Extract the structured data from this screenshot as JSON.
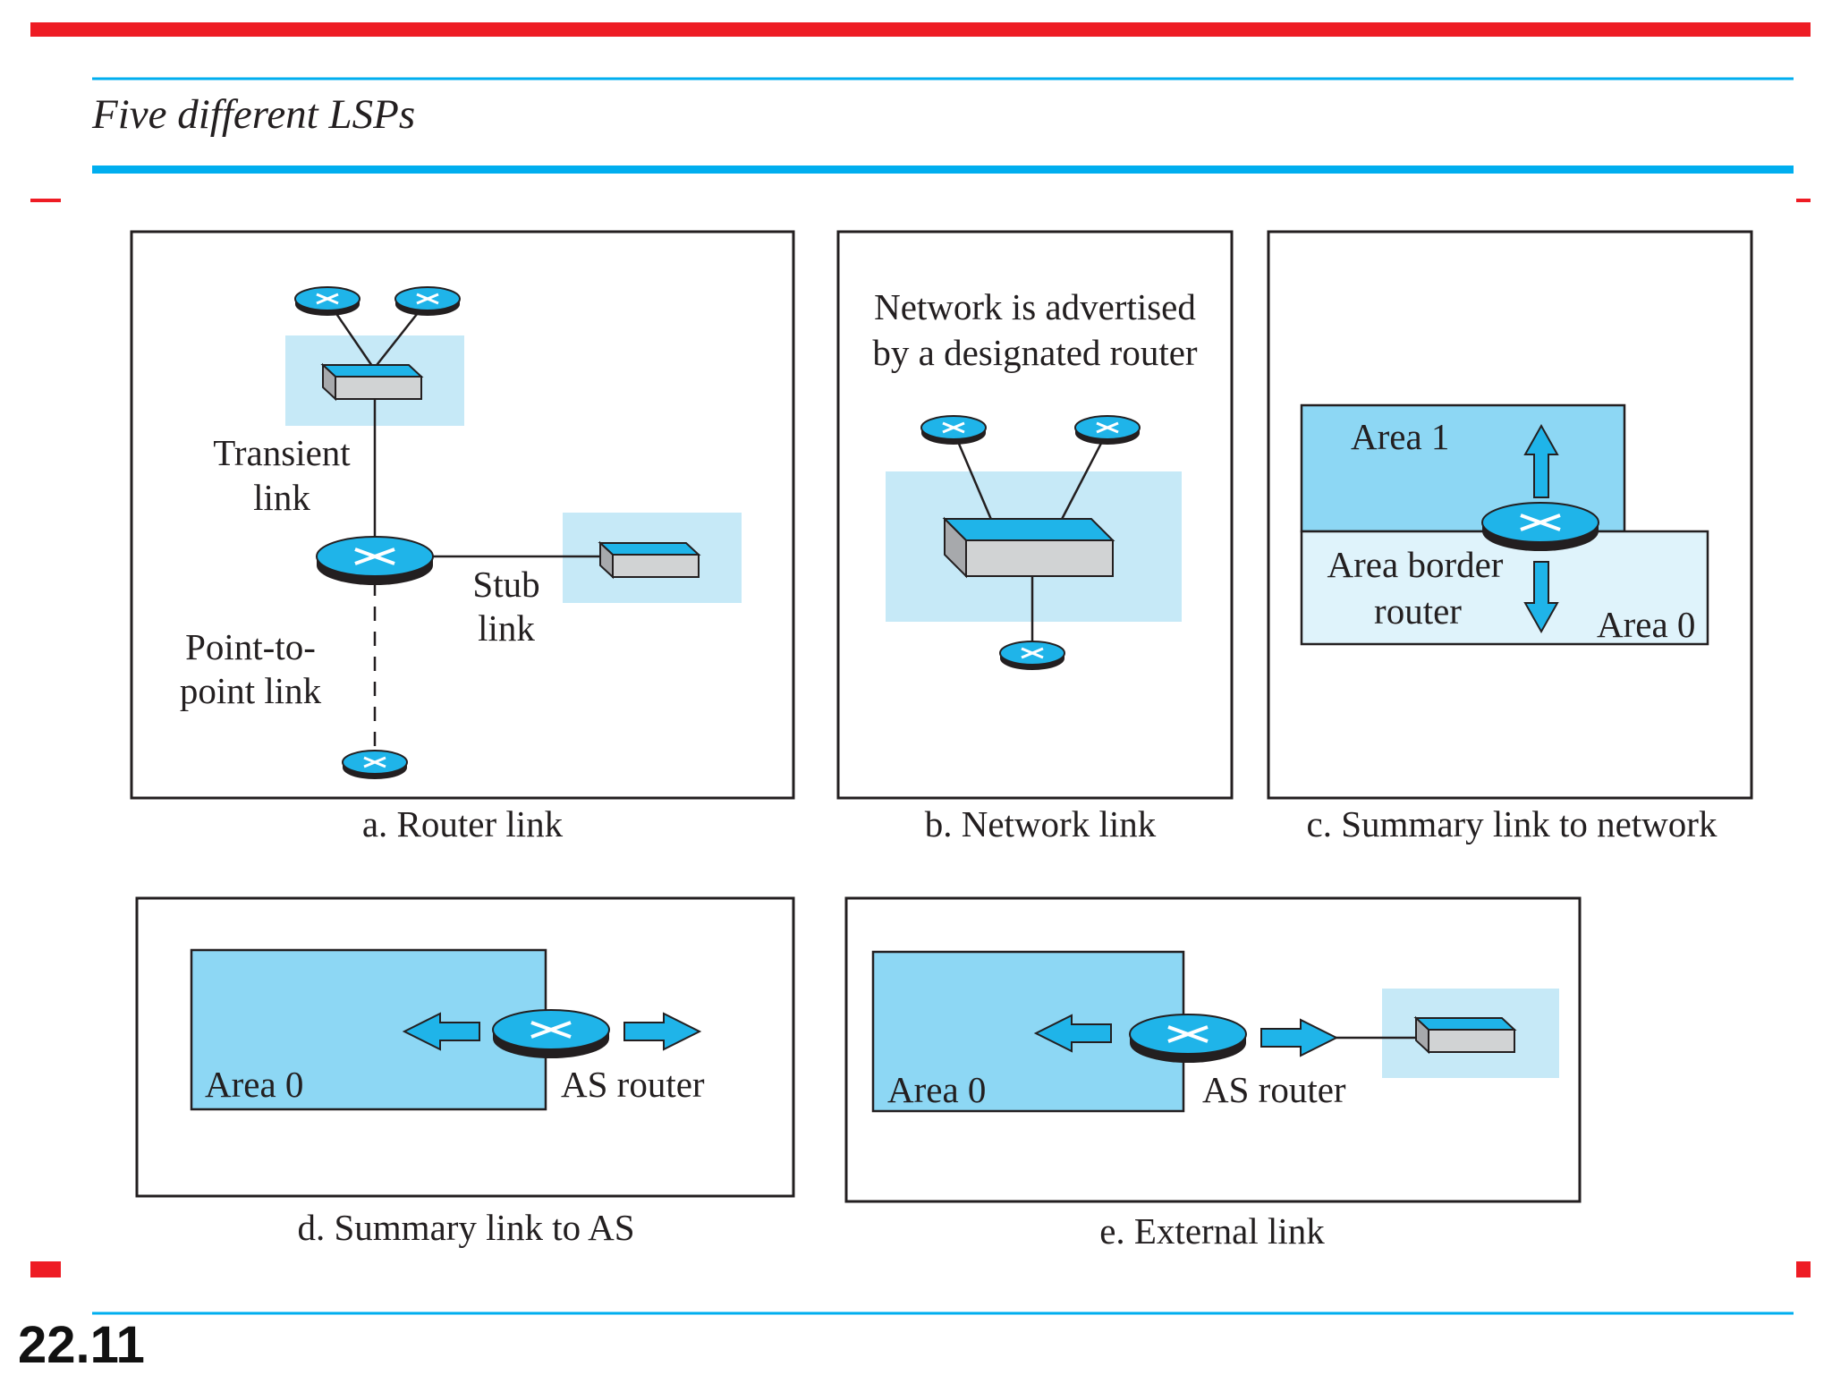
{
  "slide": {
    "title": "Five different LSPs",
    "page_number": "22.11"
  },
  "panels": {
    "a": {
      "caption": "a. Router link",
      "transient_label_1": "Transient",
      "transient_label_2": "link",
      "stub_label_1": "Stub",
      "stub_label_2": "link",
      "p2p_label_1": "Point-to-",
      "p2p_label_2": "point link"
    },
    "b": {
      "caption": "b. Network link",
      "text_1": "Network is advertised",
      "text_2": "by a designated router"
    },
    "c": {
      "caption": "c. Summary link to network",
      "area1": "Area 1",
      "abr_1": "Area border",
      "abr_2": "router",
      "area0": "Area 0"
    },
    "d": {
      "caption": "d. Summary link to AS",
      "area0": "Area 0",
      "as_router": "AS router"
    },
    "e": {
      "caption": "e. External link",
      "area0": "Area 0",
      "as_router": "AS router"
    }
  },
  "colors": {
    "top_bar": "#ee1c24",
    "accent_blue": "#00aeef",
    "router_fill": "#1fb4e9",
    "highlight_light": "#c6e9f7",
    "area_blue": "#8dd7f4",
    "area_pale": "#dff3fb",
    "switch_gray": "#d1d3d4"
  }
}
